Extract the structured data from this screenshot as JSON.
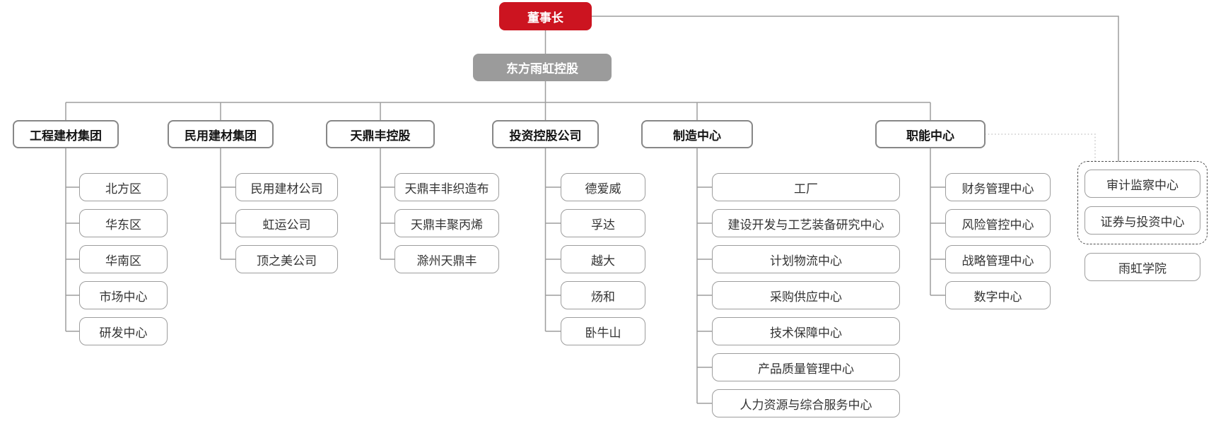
{
  "chart": {
    "root": {
      "label": "董事长"
    },
    "holding": {
      "label": "东方雨虹控股"
    },
    "columns": [
      {
        "label": "工程建材集团",
        "children": [
          "北方区",
          "华东区",
          "华南区",
          "市场中心",
          "研发中心"
        ]
      },
      {
        "label": "民用建材集团",
        "children": [
          "民用建材公司",
          "虹运公司",
          "顶之美公司"
        ]
      },
      {
        "label": "天鼎丰控股",
        "children": [
          "天鼎丰非织造布",
          "天鼎丰聚丙烯",
          "滁州天鼎丰"
        ]
      },
      {
        "label": "投资控股公司",
        "children": [
          "德爱威",
          "孚达",
          "越大",
          "炀和",
          "卧牛山"
        ]
      },
      {
        "label": "制造中心",
        "children": [
          "工厂",
          "建设开发与工艺装备研究中心",
          "计划物流中心",
          "采购供应中心",
          "技术保障中心",
          "产品质量管理中心",
          "人力资源与综合服务中心"
        ]
      },
      {
        "label": "职能中心",
        "children": [
          "财务管理中心",
          "风险管控中心",
          "战略管理中心",
          "数字中心"
        ]
      }
    ],
    "board_direct": {
      "dashed_group": [
        "审计监察中心",
        "证券与投资中心"
      ],
      "standalone": [
        "雨虹学院"
      ]
    },
    "colors": {
      "root_bg": "#cc1420",
      "holding_bg": "#9b9b9b",
      "line": "#9d9d9d"
    }
  }
}
